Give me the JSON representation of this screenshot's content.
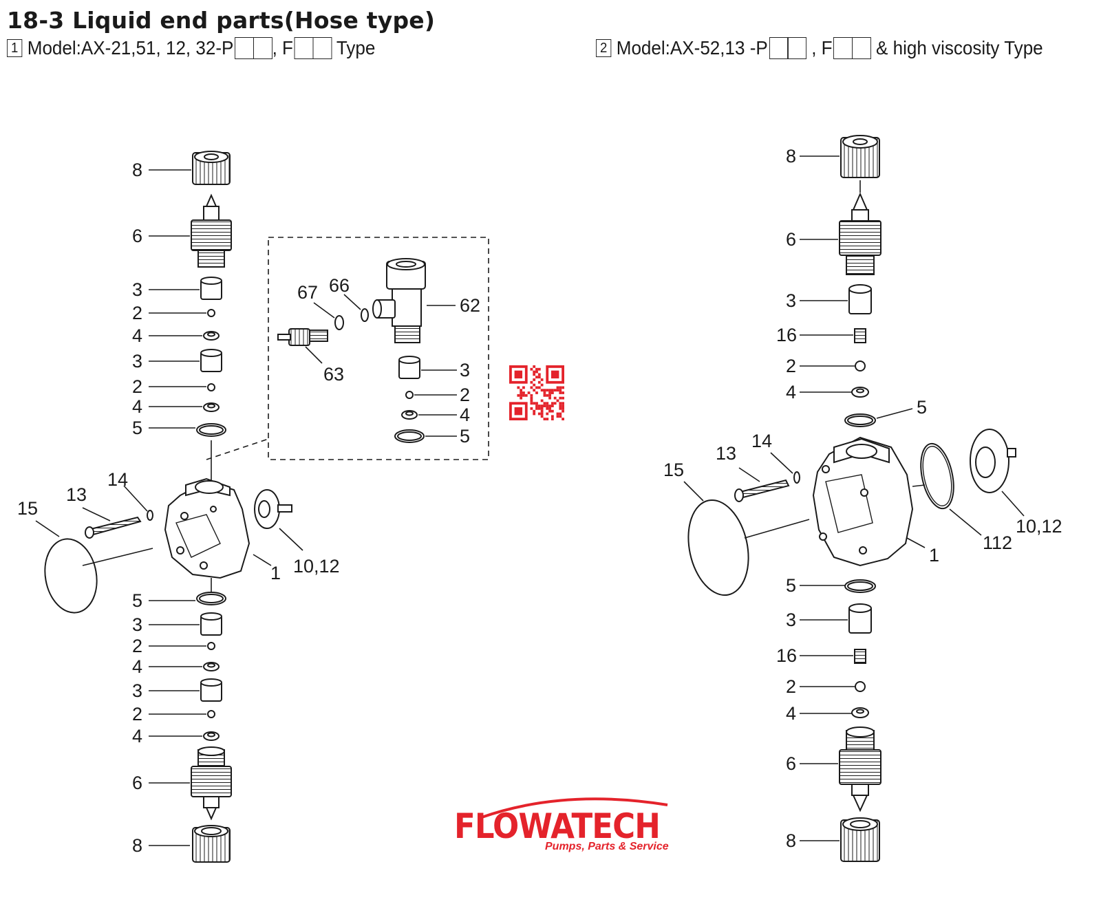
{
  "header": {
    "title": "18-3 Liquid end parts(Hose type)",
    "model1": {
      "num": "1",
      "prefix": "Model:AX-21,51, 12, 32-P",
      "mid": ", F",
      "suffix": " Type"
    },
    "model2": {
      "num": "2",
      "prefix": "Model:AX-52,13 -P",
      "mid": " , F",
      "suffix": " & high viscosity Type"
    }
  },
  "labels_left": {
    "l8a": "8",
    "l6a": "6",
    "l3a": "3",
    "l2a": "2",
    "l4a": "4",
    "l3b": "3",
    "l2b": "2",
    "l4b": "4",
    "l5a": "5",
    "l15": "15",
    "l13": "13",
    "l14": "14",
    "l1": "1",
    "l1012": "10,12",
    "l5b": "5",
    "l3c": "3",
    "l2c": "2",
    "l4c": "4",
    "l3d": "3",
    "l2d": "2",
    "l4d": "4",
    "l6b": "6",
    "l8b": "8"
  },
  "labels_inset": {
    "l67": "67",
    "l66": "66",
    "l62": "62",
    "l63": "63",
    "l3": "3",
    "l2": "2",
    "l4": "4",
    "l5": "5"
  },
  "labels_right": {
    "l8a": "8",
    "l6a": "6",
    "l3a": "3",
    "l16a": "16",
    "l2a": "2",
    "l4a": "4",
    "l5a": "5",
    "l13": "13",
    "l14": "14",
    "l15": "15",
    "l1": "1",
    "l112": "112",
    "l1012": "10,12",
    "l5b": "5",
    "l3b": "3",
    "l16b": "16",
    "l2b": "2",
    "l4b": "4",
    "l6b": "6",
    "l8b": "8"
  },
  "logo": {
    "brand": "FLOWATECH",
    "tagline": "Pumps, Parts & Service",
    "color": "#e4232b"
  },
  "qr_color": "#e4232b"
}
